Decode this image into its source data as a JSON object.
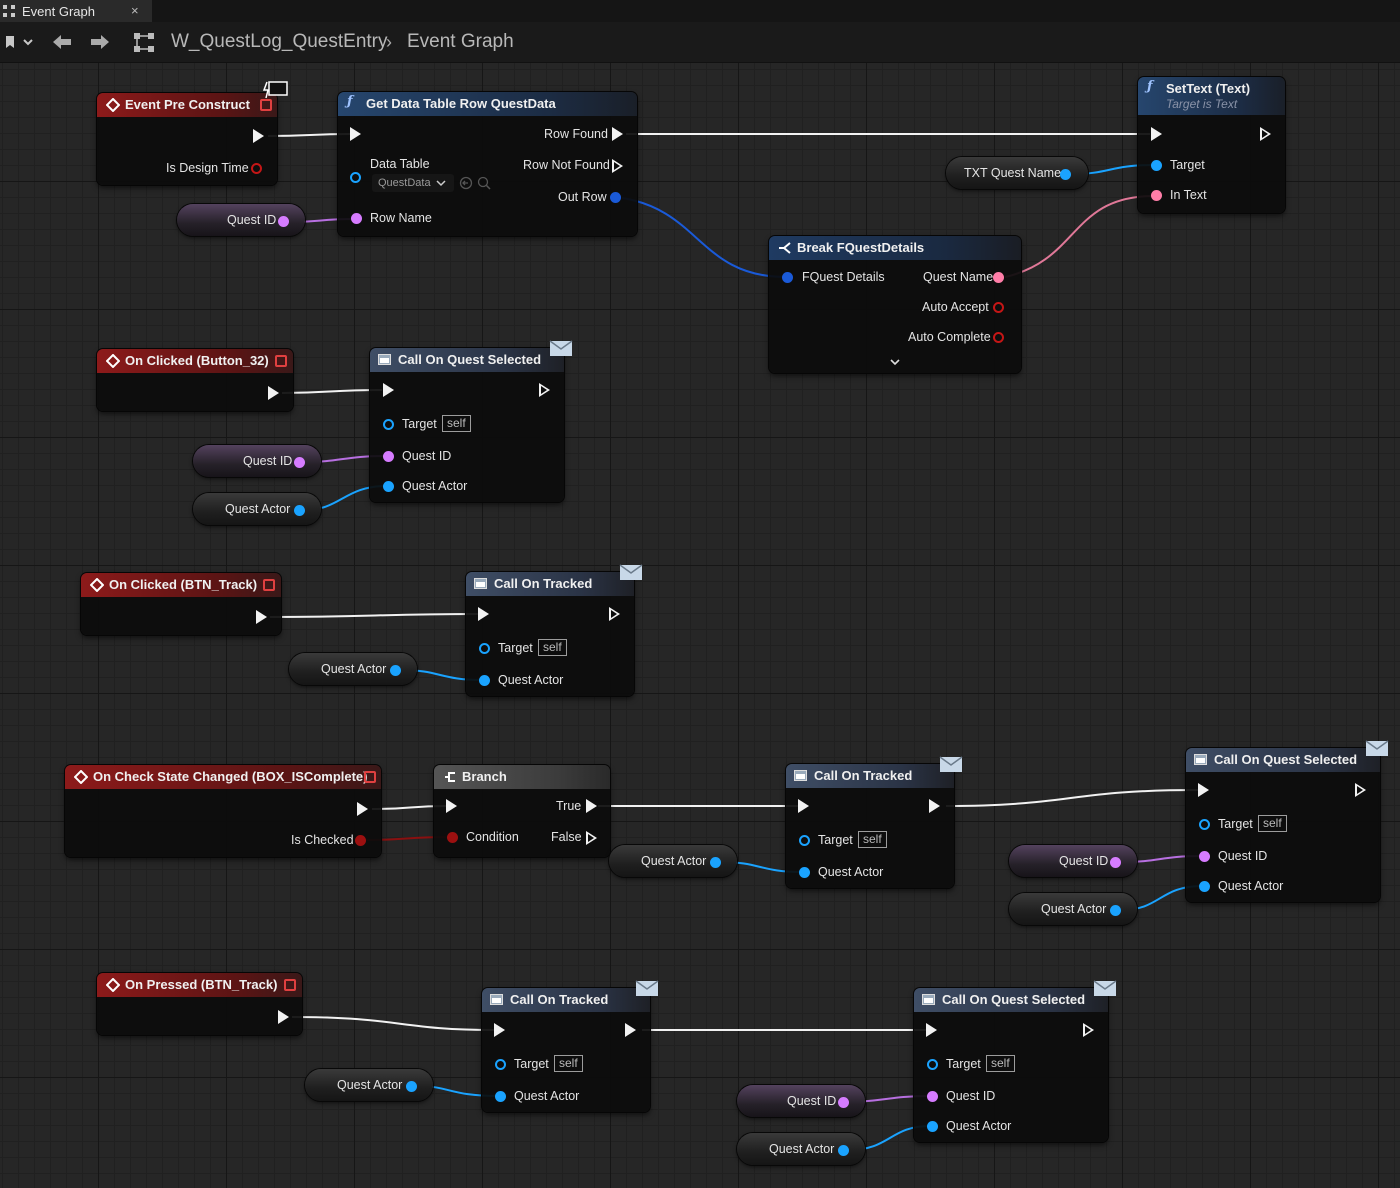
{
  "tab": {
    "title": "Event Graph",
    "close": "×"
  },
  "breadcrumb": {
    "blueprint": "W_QuestLog_QuestEntry",
    "separator": "›",
    "graph": "Event Graph"
  },
  "nodes": {
    "event_pre_construct": {
      "title": "Event Pre Construct",
      "pin_design_time": "Is Design Time"
    },
    "get_data_table_row": {
      "title": "Get Data Table Row QuestData",
      "row_found": "Row Found",
      "data_table": "Data Table",
      "row_not_found": "Row Not Found",
      "table_value": "QuestData",
      "out_row": "Out Row",
      "row_name": "Row Name"
    },
    "set_text": {
      "title": "SetText (Text)",
      "subtitle": "Target is Text",
      "target": "Target",
      "in_text": "In Text"
    },
    "break_quest_details": {
      "title": "Break FQuestDetails",
      "fquest_details": "FQuest Details",
      "quest_name": "Quest Name",
      "auto_accept": "Auto Accept",
      "auto_complete": "Auto Complete"
    },
    "on_clicked_button32": {
      "title": "On Clicked (Button_32)"
    },
    "call_quest_selected_1": {
      "title": "Call On Quest Selected",
      "target": "Target",
      "self": "self",
      "quest_id": "Quest ID",
      "quest_actor": "Quest Actor"
    },
    "on_clicked_btn_track": {
      "title": "On Clicked (BTN_Track)"
    },
    "call_tracked_1": {
      "title": "Call On Tracked",
      "target": "Target",
      "self": "self",
      "quest_actor": "Quest Actor"
    },
    "on_check_state_changed": {
      "title": "On Check State Changed (BOX_ISComplete)",
      "is_checked": "Is Checked"
    },
    "branch": {
      "title": "Branch",
      "true": "True",
      "condition": "Condition",
      "false": "False"
    },
    "call_tracked_2": {
      "title": "Call On Tracked",
      "target": "Target",
      "self": "self",
      "quest_actor": "Quest Actor"
    },
    "call_quest_selected_2": {
      "title": "Call On Quest Selected",
      "target": "Target",
      "self": "self",
      "quest_id": "Quest ID",
      "quest_actor": "Quest Actor"
    },
    "on_pressed_btn_track": {
      "title": "On Pressed (BTN_Track)"
    },
    "call_tracked_3": {
      "title": "Call On Tracked",
      "target": "Target",
      "self": "self",
      "quest_actor": "Quest Actor"
    },
    "call_quest_selected_3": {
      "title": "Call On Quest Selected",
      "target": "Target",
      "self": "self",
      "quest_id": "Quest ID",
      "quest_actor": "Quest Actor"
    }
  },
  "variables": {
    "quest_id": "Quest ID",
    "quest_actor": "Quest Actor",
    "txt_quest_name": "TXT Quest Name"
  },
  "colors": {
    "exec": "#f2f2f2",
    "object": "#1aa3ff",
    "name": "#d67cff",
    "text": "#ff7ea8",
    "bool": "#9c1010",
    "struct": "#1a5ad8",
    "event_header": "#8d1a1a",
    "function_header": "#26466e"
  }
}
